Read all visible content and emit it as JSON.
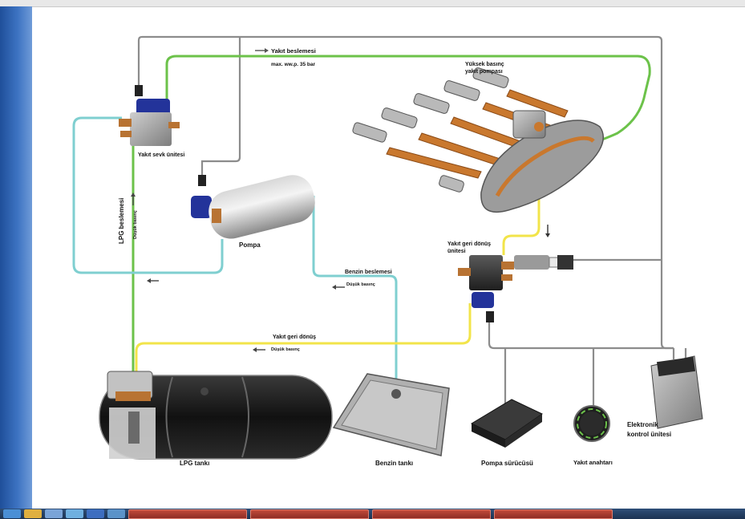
{
  "labels": {
    "fuel_feed": "Yakıt beslemesi",
    "max_pressure": "max. ww.p. 35 bar",
    "hp_pump": "Yüksek basınç yakıt pompası",
    "fuel_delivery_unit": "Yakıt sevk ünitesi",
    "lpg_feed": "LPG beslemesi",
    "low_pressure": "Düşük basınç",
    "pump": "Pompa",
    "petrol_feed": "Benzin beslemesi",
    "fuel_return_unit_l1": "Yakıt geri dönüş",
    "fuel_return_unit_l2": "ünitesi",
    "fuel_return": "Yakıt geri dönüş",
    "lpg_tank": "LPG tankı",
    "petrol_tank": "Benzin tankı",
    "pump_driver": "Pompa sürücüsü",
    "fuel_switch": "Yakıt anahtarı",
    "ecu_l1": "Elektronik",
    "ecu_l2": "kontrol ünitesi"
  },
  "colors": {
    "green": "#6cc24a",
    "cyan": "#7fcfd0",
    "yellow": "#f2e44a",
    "gray": "#8c8c8c",
    "orange": "#c9782e",
    "blue_strip": "#2d62b0"
  },
  "icons": [
    "arrow-right-icon",
    "arrow-left-icon",
    "arrow-up-icon",
    "arrow-down-icon"
  ]
}
